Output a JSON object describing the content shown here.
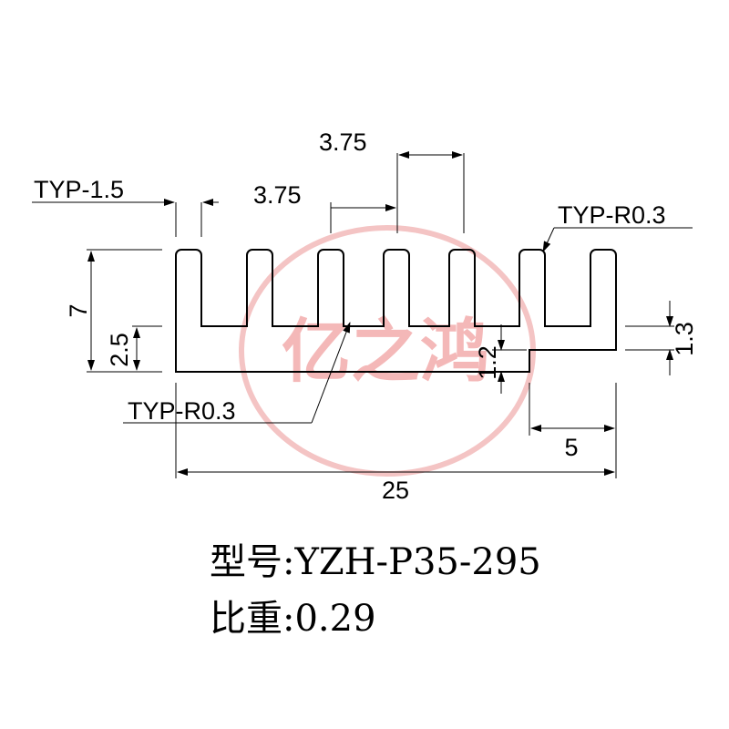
{
  "watermark": {
    "text": "亿之鸿",
    "color": "#f2b0b0"
  },
  "dimensions": {
    "typ_thickness": "TYP-1.5",
    "pitch_top": "3.75",
    "pitch_mid": "3.75",
    "typ_radius_top": "TYP-R0.3",
    "typ_radius_bottom": "TYP-R0.3",
    "total_height": "7",
    "base_height": "2.5",
    "step_height": "1.2",
    "right_base": "1.3",
    "step_width": "5",
    "total_width": "25"
  },
  "info": {
    "model": "型号:YZH-P35-295",
    "density": "比重:0.29"
  }
}
